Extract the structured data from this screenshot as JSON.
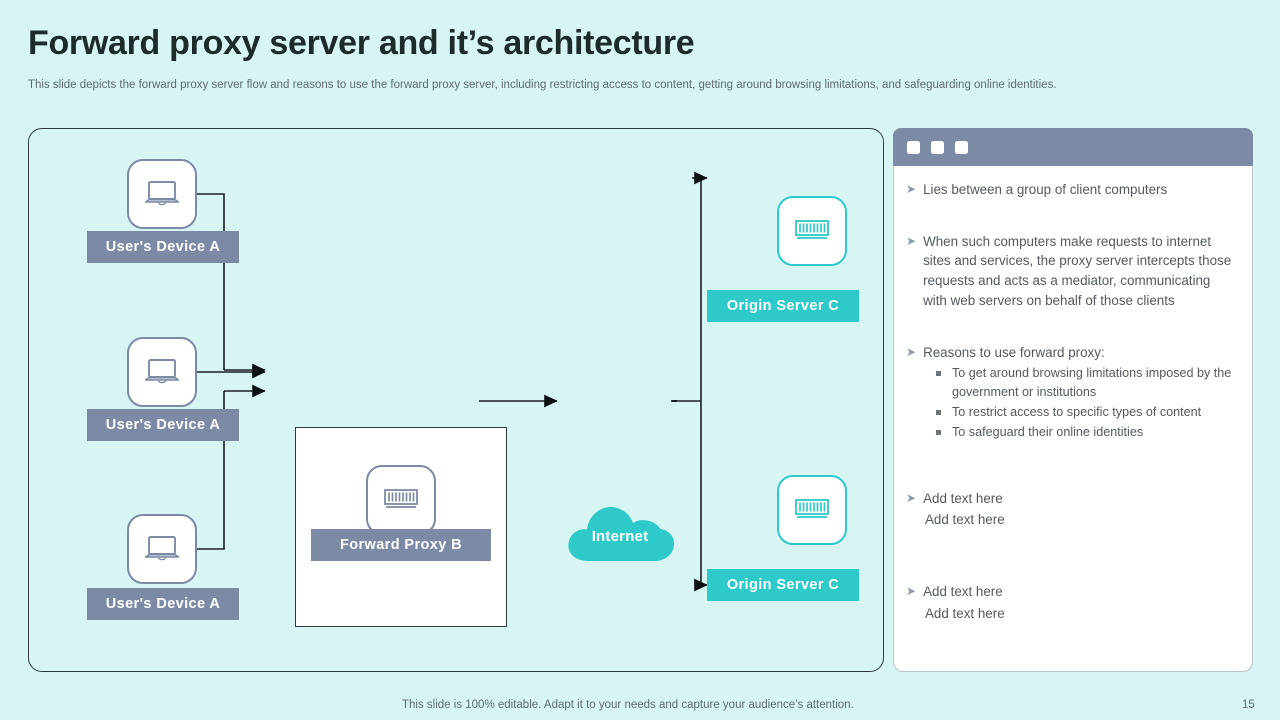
{
  "slide": {
    "title": "Forward proxy server and it’s architecture",
    "subtitle": "This slide depicts the forward proxy server flow and reasons to use the forward proxy server, including restricting access to content, getting around browsing limitations, and safeguarding online identities.",
    "footer_note": "This slide is 100% editable. Adapt it to your needs and capture your audience’s attention.",
    "page_number": "15"
  },
  "colors": {
    "background": "#d7f5f3",
    "slate": "#7c8aa5",
    "teal": "#2ec9c9",
    "title": "#1e2b2b",
    "body_text": "#53595e",
    "line": "#1b1f22"
  },
  "diagram": {
    "devices": [
      {
        "label": "User's Device A",
        "icon": "laptop-icon"
      },
      {
        "label": "User's Device A",
        "icon": "laptop-icon"
      },
      {
        "label": "User's Device A",
        "icon": "laptop-icon"
      }
    ],
    "proxy": {
      "label": "Forward Proxy B",
      "icon": "server-icon"
    },
    "cloud": {
      "label": "Internet",
      "icon": "cloud-icon"
    },
    "origin_servers": [
      {
        "label": "Origin Server C",
        "icon": "server-icon"
      },
      {
        "label": "Origin Server C",
        "icon": "server-icon"
      }
    ]
  },
  "info_panel": {
    "header_squares": 3,
    "bullets": [
      {
        "text": "Lies between a group of client computers",
        "sub": []
      },
      {
        "text": "When such computers make requests to internet sites and services, the proxy server intercepts those requests and acts as a mediator, communicating with web servers on behalf of those clients",
        "sub": []
      },
      {
        "text": "Reasons to use forward proxy:",
        "sub": [
          "To get around browsing limitations imposed by the government or institutions",
          "To restrict access to specific types of content",
          "To safeguard their online identities"
        ]
      },
      {
        "text": "Add text here",
        "extra": "Add text here",
        "sub": []
      },
      {
        "text": "Add text here",
        "extra": "Add text here",
        "sub": []
      }
    ]
  }
}
